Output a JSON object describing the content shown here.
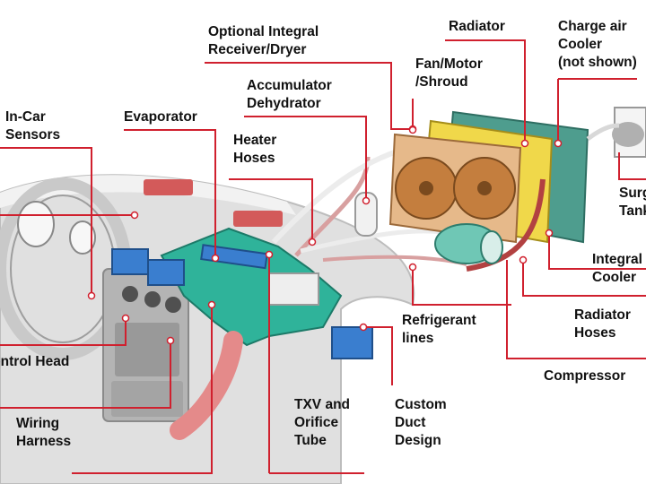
{
  "colors": {
    "leader": "#d0202e",
    "refrigerant_line": "#d8a0a0",
    "hvac_module": "#2fb39a",
    "vent": "#3a7ecf",
    "radiator_face": "#e6b98a",
    "fan_blade": "#c47e3e",
    "condenser": "#f0d84a",
    "intercooler": "#4e9d8e",
    "heater_hose": "#b24141",
    "compressor": "#6fc7b5",
    "dash": "#d7d7d7",
    "text": "#111111"
  },
  "labels": {
    "optional_receiver": "Optional Integral\nReceiver/Dryer",
    "radiator": "Radiator",
    "charge_air": "Charge air\nCooler\n(not shown)",
    "fan_motor": "Fan/Motor\n/Shroud",
    "accumulator": "Accumulator\nDehydrator",
    "incar_sensors": "In-Car\nSensors",
    "evaporator": "Evaporator",
    "heater_hoses": "Heater\nHoses",
    "surge_tank": "Surge\nTank",
    "integral_cooler": "Integral\nCooler",
    "radiator_hoses": "Radiator\nHoses",
    "refrigerant_lines": "Refrigerant\nlines",
    "compressor": "Compressor",
    "control_head": "Control Head",
    "wiring_harness": "Wiring\nHarness",
    "txv_orifice": "TXV and\nOrifice\nTube",
    "custom_duct": "Custom\nDuct\nDesign"
  }
}
